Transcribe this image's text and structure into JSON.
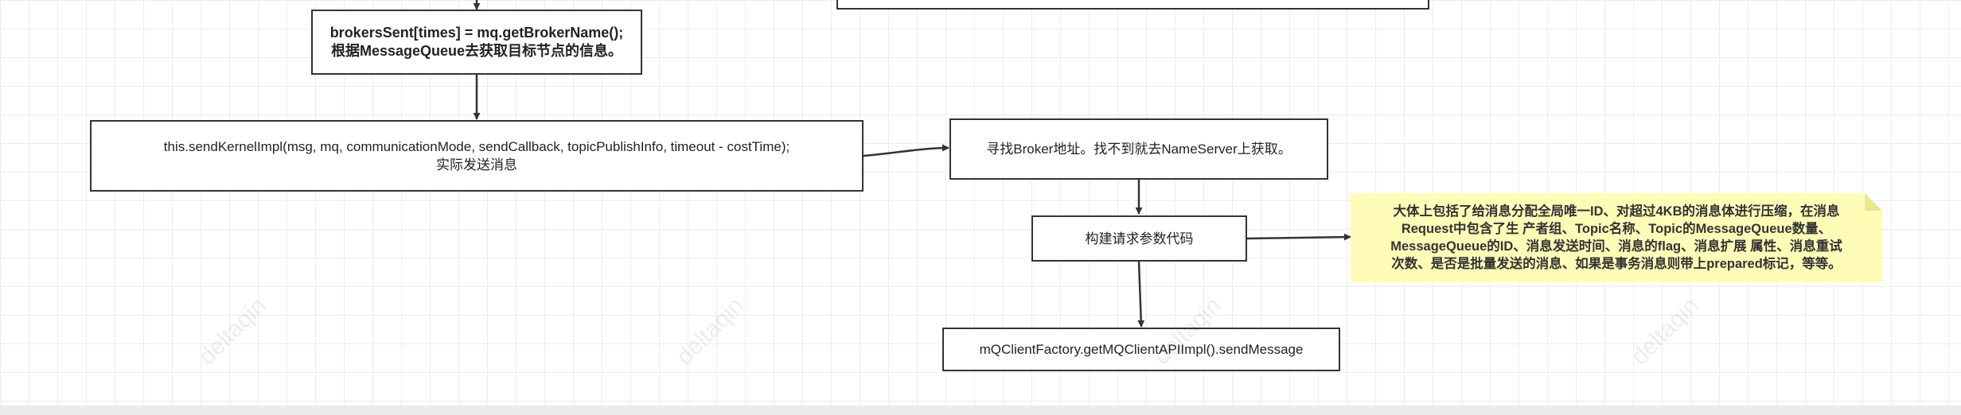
{
  "nodes": {
    "broker_name": {
      "line1": "brokersSent[times] = mq.getBrokerName();",
      "line2": "根据MessageQueue去获取目标节点的信息。"
    },
    "send_kernel": {
      "line1": "this.sendKernelImpl(msg, mq, communicationMode, sendCallback, topicPublishInfo, timeout - costTime);",
      "line2": "实际发送消息"
    },
    "find_broker": {
      "label": "寻找Broker地址。找不到就去NameServer上获取。"
    },
    "build_request": {
      "label": "构建请求参数代码"
    },
    "send_message": {
      "label": "mQClientFactory.getMQClientAPIImpl().sendMessage"
    }
  },
  "note": {
    "line1": "大体上包括了给消息分配全局唯一ID、对超过4KB的消息体进行压缩，在消息",
    "line2": "Request中包含了生 产者组、Topic名称、Topic的MessageQueue数量、",
    "line3": "MessageQueue的ID、消息发送时间、消息的flag、消息扩展 属性、消息重试",
    "line4": "次数、是否是批量发送的消息、如果是事务消息则带上prepared标记，等等。"
  },
  "watermark": "deltaqin",
  "colors": {
    "stroke": "#333333",
    "note_bg": "#fffcb8",
    "grid": "#ececec"
  }
}
